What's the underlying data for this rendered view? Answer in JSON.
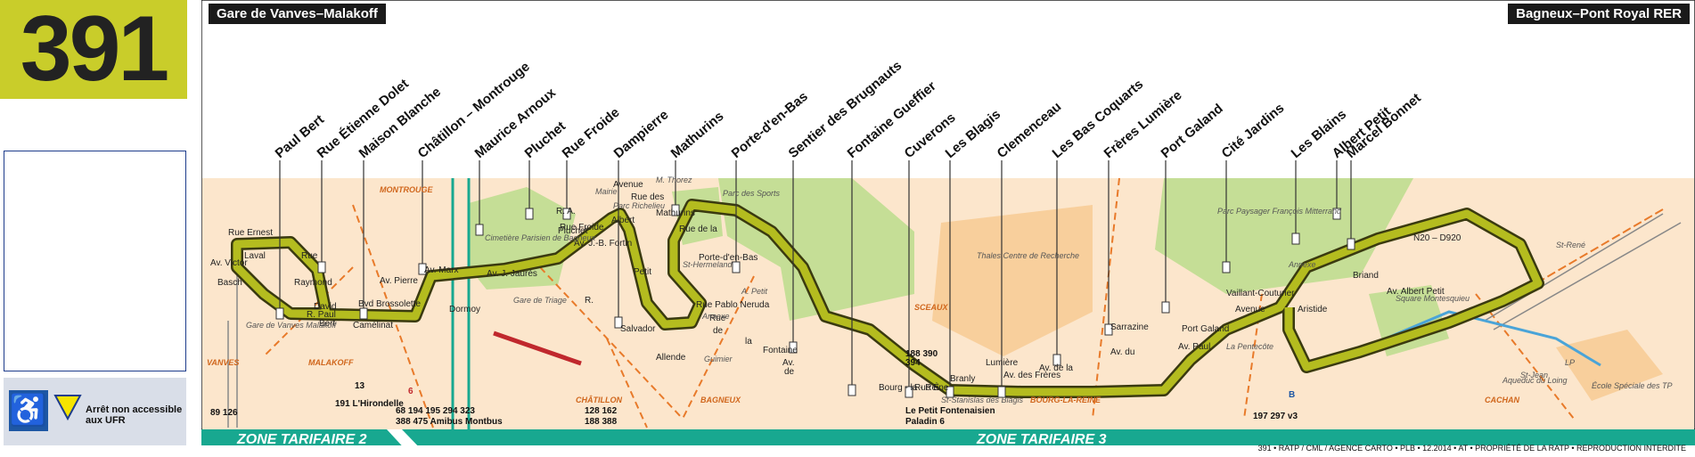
{
  "route_number": "391",
  "terminus_start": "Gare de Vanves–Malakoff",
  "terminus_end": "Bagneux–Pont Royal RER",
  "accessibility_note": "Arrêt non accessible aux UFR",
  "stops": [
    "Paul Bert",
    "Rue Étienne Dolet",
    "Maison Blanche",
    "Châtillon – Montrouge",
    "Maurice Arnoux",
    "Pluchet",
    "Rue Froide",
    "Dampierre",
    "Mathurins",
    "Porte-d'en-Bas",
    "Sentier des Brugnauts",
    "Fontaine Gueffier",
    "Cuverons",
    "Les Blagis",
    "Clemenceau",
    "Les Bas Coquarts",
    "Frères Lumière",
    "Port Galand",
    "Cité Jardins",
    "Les Blains",
    "Albert Petit",
    "Marcel Bonnet"
  ],
  "zones": [
    "ZONE TARIFAIRE 2",
    "ZONE TARIFAIRE 3"
  ],
  "towns": [
    "MONTROUGE",
    "VANVES",
    "MALAKOFF",
    "CHÂTILLON",
    "BAGNEUX",
    "SCEAUX",
    "BOURG-LA-REINE",
    "CACHAN"
  ],
  "streets": [
    "Rue Ernest",
    "Laval",
    "Av. Victor",
    "Basch",
    "Rue",
    "Raymond",
    "David",
    "R. Paul",
    "Bert",
    "Bvd",
    "Camélinat",
    "Av. Pierre",
    "Brossolette",
    "Av. Marx",
    "Dormoy",
    "Av. J. Jaurès",
    "Pluchet",
    "R. A.",
    "Rue Froide",
    "Av. J.-B. Fortin",
    "R.",
    "Salvador",
    "Allende",
    "Avenue",
    "Albert",
    "Petit",
    "Rue des",
    "Mathurins",
    "Rue de la",
    "Porte-d'en-Bas",
    "Rue Pablo Neruda",
    "Rue",
    "de",
    "la",
    "Fontaine",
    "Av.",
    "de",
    "Bourg - la - Reine",
    "Rue É.",
    "Branly",
    "Av. des Frères",
    "Lumière",
    "Av. de la",
    "Sarrazine",
    "Av. du",
    "Port Galand",
    "Av. Paul",
    "Vaillant-Couturier",
    "Avenue",
    "Aristide",
    "Briand",
    "Av. Albert Petit",
    "N20 – D920"
  ],
  "places": [
    "Gare de Vanves Malakoff",
    "Cimetière Parisien de Bagneux",
    "Gare de Triage",
    "Mairie",
    "Parc Richelieu",
    "St-Hermeland",
    "Annexe",
    "Guimier",
    "M. Thorez",
    "Parc des Sports",
    "A. Petit",
    "Thales Centre de Recherche",
    "St-Stanislas des Blagis",
    "Parc Paysager François Mitterrand",
    "La Pentecôte",
    "Annexe",
    "Square Montesquieu",
    "St-René",
    "St-Jean",
    "École Spéciale des TP",
    "LP",
    "Aqueduc du Loing"
  ],
  "connections": {
    "vanves": "89 126",
    "malakoff_metro": "13",
    "malakoff_bus": "191 L'Hirondelle",
    "chatillon_bus_line1": "68 194 195 294 323",
    "chatillon_bus_line2": "388 475 Amibus Montbus",
    "chatillon_tram": "6",
    "dampierre_bus_line1": "128 162",
    "dampierre_bus_line2": "188 388",
    "sceaux_bus_line1": "188 390",
    "sceaux_bus_line2": "394",
    "blagis_bus_line1": "Le Petit Fontenaisien",
    "blagis_bus_line2": "Paladin 6",
    "cachan_bus": "197 297 v3",
    "rer": "B"
  },
  "footer": "391 • RATP / CML / AGENCE CARTO • PLB • 12.2014 • AT • PROPRIÉTÉ DE LA RATP • REPRODUCTION INTERDITE",
  "colors": {
    "line": "#b4bc1f",
    "route_badge": "#c9cd2a",
    "zone_bar": "#18a890",
    "map_bg": "#fce6cc",
    "park": "#c5de96"
  }
}
